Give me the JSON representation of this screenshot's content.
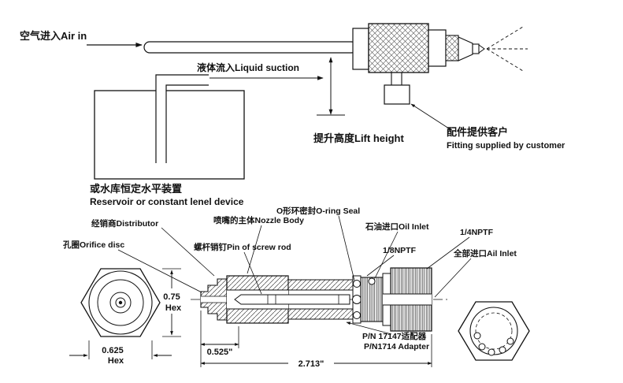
{
  "top": {
    "air_in": "空气进入Air in",
    "liquid_suction": "液体流入Liquid suction",
    "lift_height": "提升高度Lift height",
    "fitting_cn": "配件提供客户",
    "fitting_en": "Fitting supplied by customer",
    "reservoir_cn": "或水库恒定水平装置",
    "reservoir_en": "Reservoir or constant lenel device"
  },
  "labels": {
    "distributor": "经销商Distributor",
    "nozzle_body": "喷嘴的主体Nozzle Body",
    "oring_seal": "O形环密封O-ring Seal",
    "oil_inlet": "石油进口Oil Inlet",
    "nptf_quarter": "1/4NPTF",
    "orifice_disc": "孔圈Orifice disc",
    "pin_screw_rod": "螺杆销钉Pin of screw rod",
    "nptf_eighth": "1/8NPTF",
    "air_inlet": "全部进口Ail Inlet",
    "adapter_cn": "P/N 17147适配器",
    "adapter_en": "P/N1714 Adapter"
  },
  "dimensions": {
    "hex_075": "0.75",
    "hex_075_unit": "Hex",
    "hex_0625": "0.625",
    "hex_0625_unit": "Hex",
    "len_0525": "0.525\"",
    "len_2713": "2.713\""
  },
  "colors": {
    "line": "#111111",
    "background": "#ffffff"
  }
}
